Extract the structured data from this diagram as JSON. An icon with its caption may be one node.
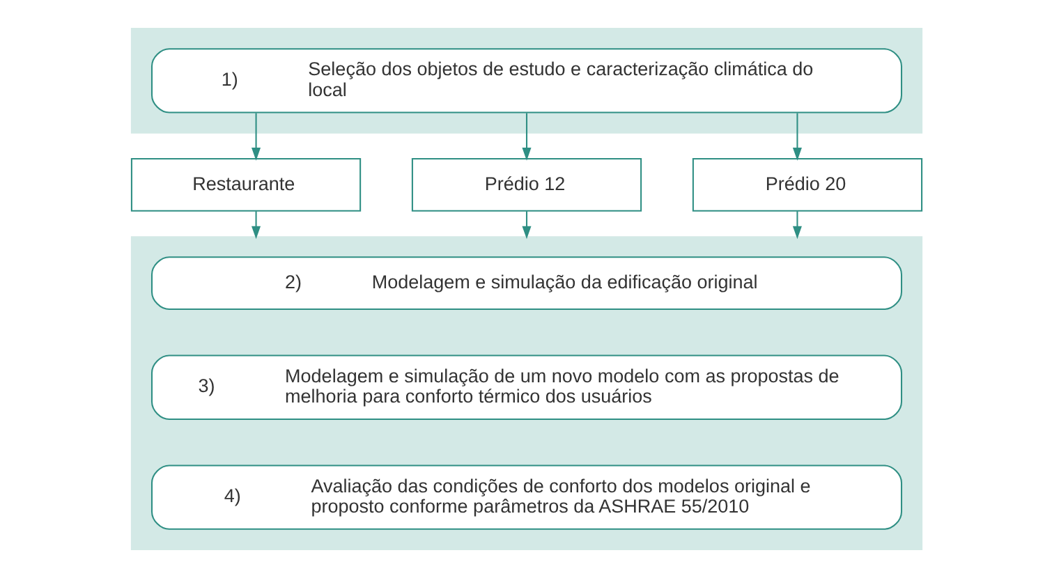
{
  "diagram": {
    "nodes": [
      {
        "text": [],
        "shape": "bar"
      },
      {
        "text": [
          "1)",
          "Seleção dos objetos de estudo e caracterização climática do local"
        ],
        "in": 0
      },
      {
        "text": [
          "Restaurante"
        ]
      },
      {
        "text": [
          "Prédio 12"
        ]
      },
      {
        "text": [
          "Prédio 20"
        ]
      },
      {
        "text": [],
        "shape": "bar"
      },
      {
        "text": [
          "2)",
          "Modelagem e simulação da edificação original"
        ],
        "in": 5
      },
      {
        "text": [
          "3)",
          "Modelagem e simulação de um novo modelo com as propostas de melhoria para conforto térmico dos usuários"
        ],
        "in": 5
      },
      {
        "text": [
          "4)",
          "Avaliação das condições de conforto dos modelos original e proposto conforme parâmetros da ASHRAE 55/2010"
        ],
        "in": 5
      }
    ],
    "edges": [
      {
        "from": 1,
        "to": 2,
        "arrow": "to"
      },
      {
        "from": 1,
        "to": 3,
        "arrow": "to"
      },
      {
        "from": 1,
        "to": 4,
        "arrow": "to"
      },
      {
        "from": 2,
        "to": 5,
        "arrow": "to"
      },
      {
        "from": 3,
        "to": 5,
        "arrow": "to"
      },
      {
        "from": 4,
        "to": 5,
        "arrow": "to"
      }
    ]
  }
}
